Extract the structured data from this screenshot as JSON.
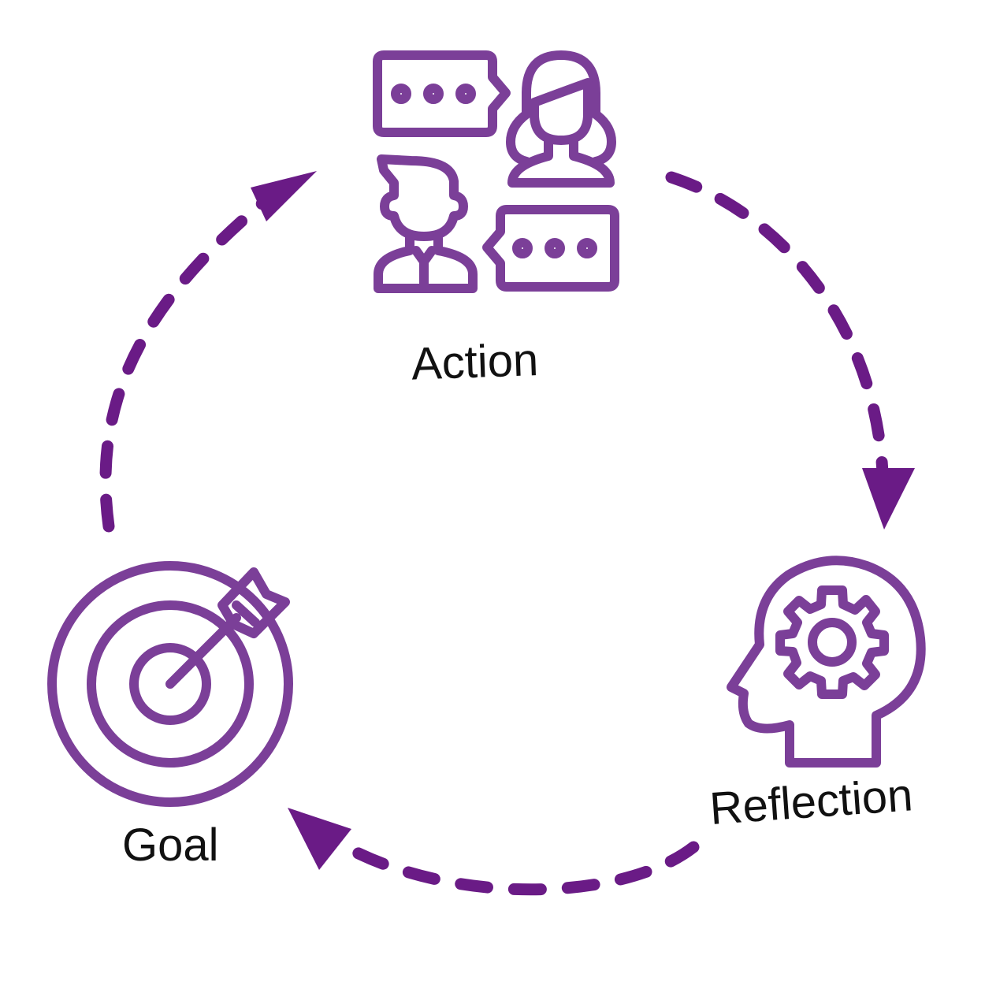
{
  "colors": {
    "icon": "#7b3f98",
    "arrow": "#6a1b86",
    "text": "#111111"
  },
  "nodes": [
    {
      "id": "action",
      "label": "Action",
      "icon": "conversation-icon"
    },
    {
      "id": "reflection",
      "label": "Reflection",
      "icon": "head-gear-icon"
    },
    {
      "id": "goal",
      "label": "Goal",
      "icon": "target-arrow-icon"
    }
  ],
  "edges": [
    {
      "from": "goal",
      "to": "action",
      "style": "dashed"
    },
    {
      "from": "action",
      "to": "reflection",
      "style": "dashed"
    },
    {
      "from": "reflection",
      "to": "goal",
      "style": "dashed"
    }
  ]
}
